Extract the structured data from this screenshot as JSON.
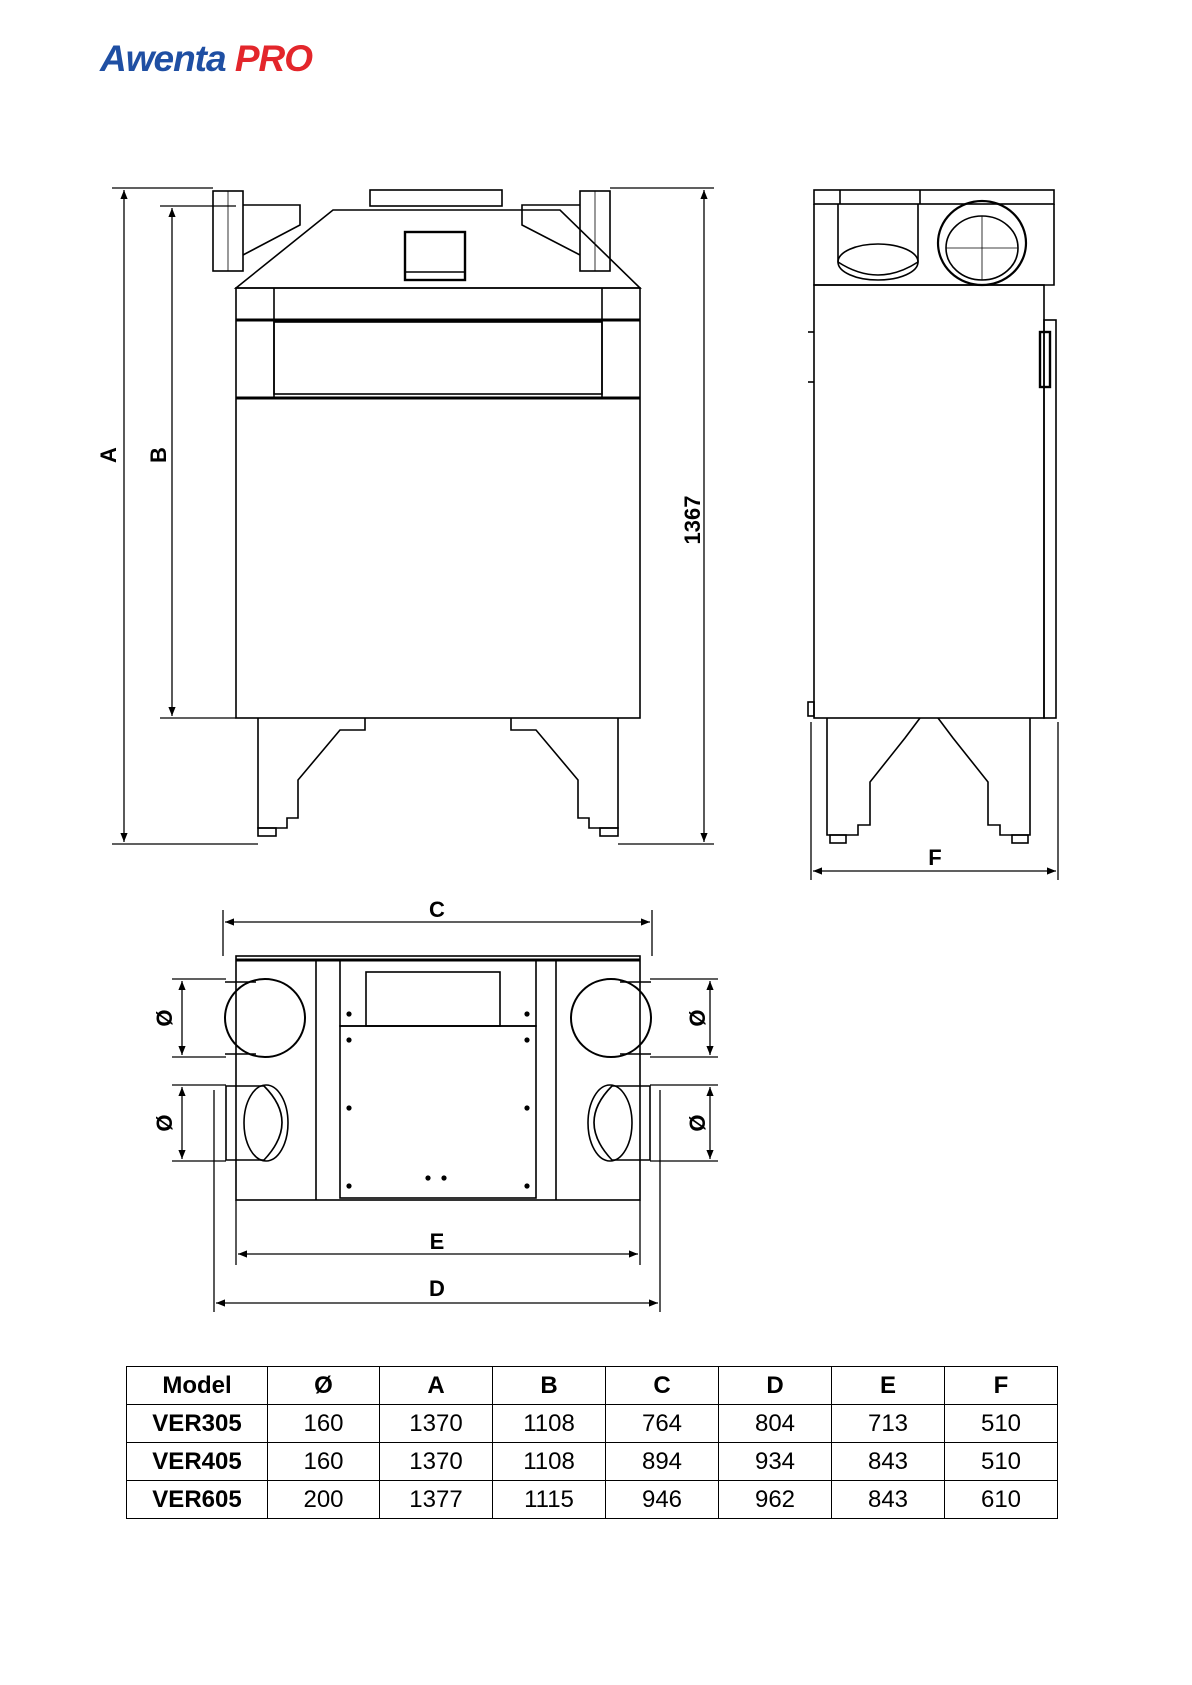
{
  "logo": {
    "brand": "Awenta",
    "suffix": "PRO"
  },
  "drawing_labels": {
    "A": "A",
    "B": "B",
    "height": "1367",
    "F": "F",
    "C": "C",
    "E": "E",
    "D": "D",
    "diameter": "Ø"
  },
  "table": {
    "headers": [
      "Model",
      "Ø",
      "A",
      "B",
      "C",
      "D",
      "E",
      "F"
    ],
    "rows": [
      [
        "VER305",
        "160",
        "1370",
        "1108",
        "764",
        "804",
        "713",
        "510"
      ],
      [
        "VER405",
        "160",
        "1370",
        "1108",
        "894",
        "934",
        "843",
        "510"
      ],
      [
        "VER605",
        "200",
        "1377",
        "1115",
        "946",
        "962",
        "843",
        "610"
      ]
    ]
  }
}
